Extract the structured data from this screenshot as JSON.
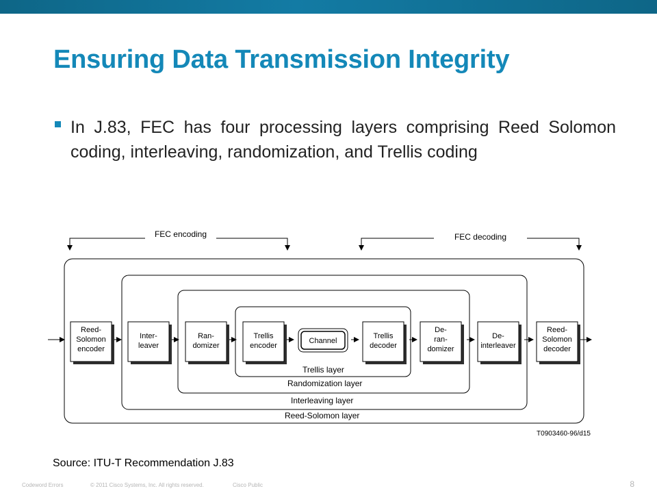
{
  "slide": {
    "title": "Ensuring Data Transmission Integrity",
    "bullet": "In J.83, FEC has four processing layers comprising Reed Solomon coding, interleaving, randomization, and Trellis coding",
    "source": "Source: ITU-T Recommendation J.83",
    "page_number": "8"
  },
  "footer": {
    "left": "Codeword Errors",
    "copyright": "© 2011 Cisco Systems, Inc. All rights reserved.",
    "classification": "Cisco Public"
  },
  "diagram": {
    "fec_encoding": "FEC encoding",
    "fec_decoding": "FEC decoding",
    "blocks": [
      {
        "lines": [
          "Reed-",
          "Solomon",
          "encoder"
        ]
      },
      {
        "lines": [
          "Inter-",
          "leaver"
        ]
      },
      {
        "lines": [
          "Ran-",
          "domizer"
        ]
      },
      {
        "lines": [
          "Trellis",
          "encoder"
        ]
      },
      {
        "lines": [
          "Trellis",
          "decoder"
        ]
      },
      {
        "lines": [
          "De-",
          "ran-",
          "domizer"
        ]
      },
      {
        "lines": [
          "De-",
          "interleaver"
        ]
      },
      {
        "lines": [
          "Reed-",
          "Solomon",
          "decoder"
        ]
      }
    ],
    "channel": "Channel",
    "layers": {
      "trellis": "Trellis layer",
      "randomization": "Randomization layer",
      "interleaving": "Interleaving layer",
      "reed_solomon": "Reed-Solomon layer"
    },
    "figure_id": "T0903460-96/d15"
  },
  "colors": {
    "accent": "#1488b8",
    "topbar": "#137ba4",
    "footer_text": "#b5b5b5"
  }
}
